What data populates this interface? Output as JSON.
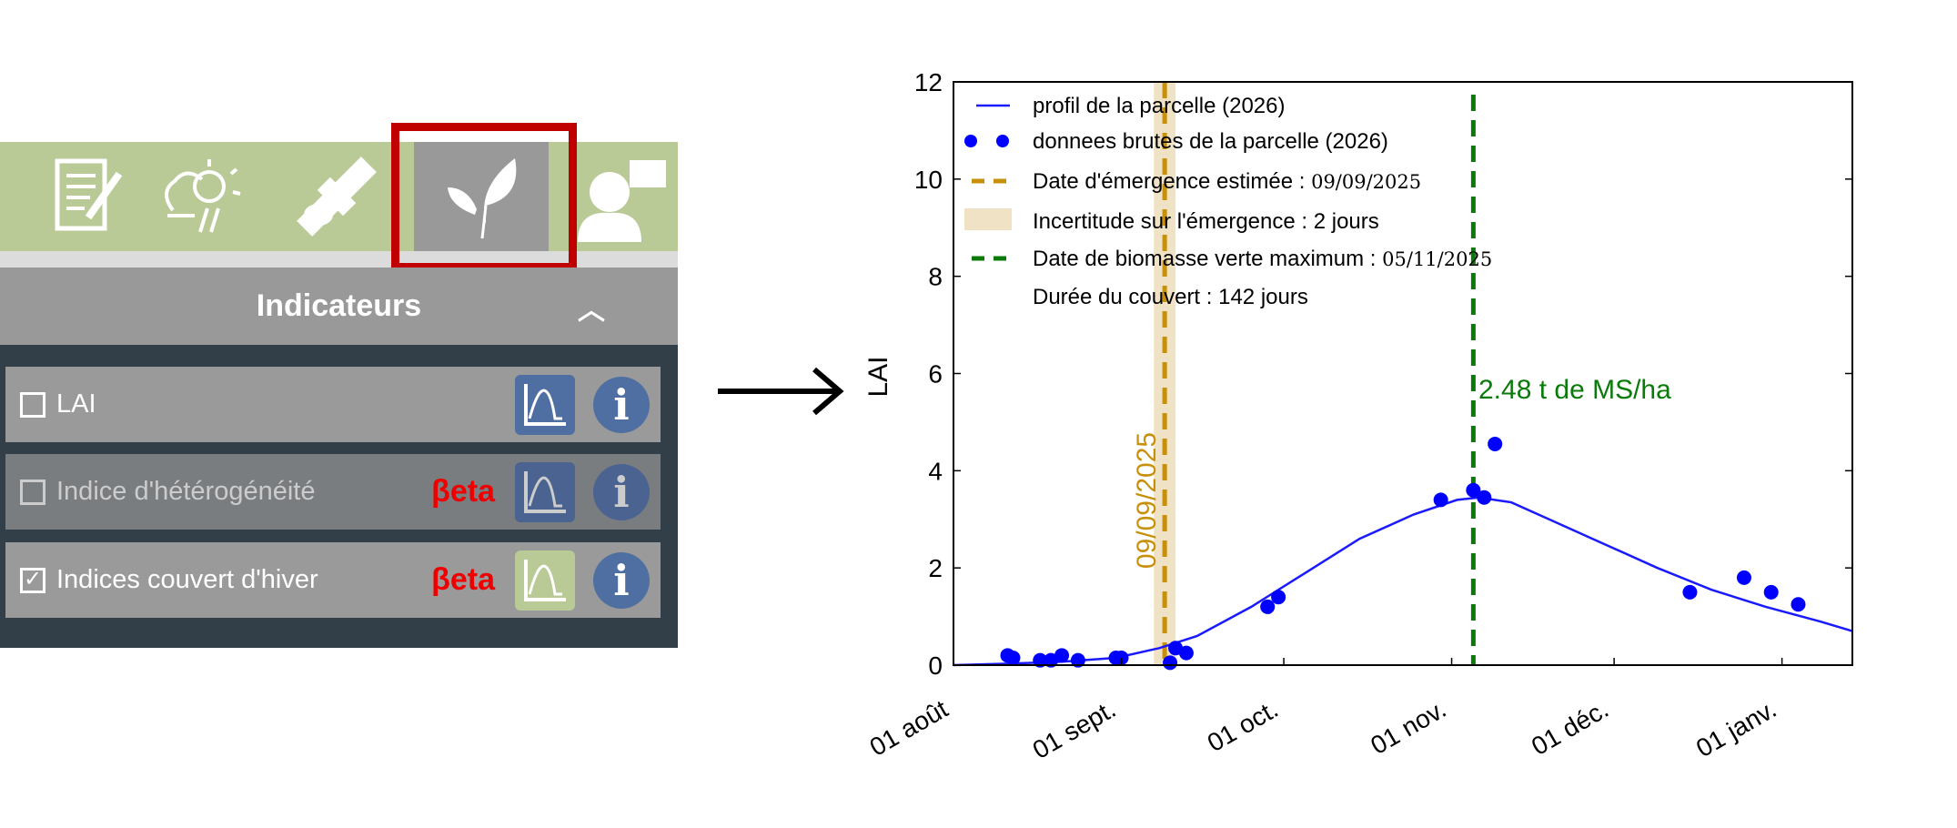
{
  "panel": {
    "title": "Indicateurs",
    "collapse_icon": "chevron-up-icon",
    "toolbar": [
      "notes-icon",
      "weather-icon",
      "satellite-icon",
      "leaf-icon",
      "user-chat-icon"
    ],
    "rows": [
      {
        "label": "LAI",
        "checked": false,
        "beta": "",
        "disabled": false
      },
      {
        "label": "Indice d'hétérogénéité",
        "checked": false,
        "beta": "βeta",
        "disabled": true
      },
      {
        "label": "Indices couvert d'hiver",
        "checked": true,
        "beta": "βeta",
        "disabled": false
      }
    ],
    "check_mark": "✓",
    "info": "i"
  },
  "arrow": "→",
  "chart_data": {
    "type": "line",
    "ylabel": "LAI",
    "ylim": [
      0,
      12
    ],
    "xlim_days_from_aug1": [
      0,
      166
    ],
    "yticks": [
      "0",
      "2",
      "4",
      "6",
      "8",
      "10",
      "12"
    ],
    "xticks": [
      {
        "label": "01 août",
        "day": 0
      },
      {
        "label": "01 sept.",
        "day": 31
      },
      {
        "label": "01 oct.",
        "day": 61
      },
      {
        "label": "01 nov.",
        "day": 92
      },
      {
        "label": "01 déc.",
        "day": 122
      },
      {
        "label": "01 janv.",
        "day": 153
      }
    ],
    "profile": {
      "name": "profil de la parcelle (2026)",
      "color": "#1a1aff",
      "x": [
        0,
        10,
        20,
        30,
        38,
        45,
        55,
        65,
        75,
        85,
        93,
        97,
        103,
        110,
        120,
        130,
        140,
        150,
        160,
        166
      ],
      "y": [
        0,
        0.03,
        0.07,
        0.15,
        0.35,
        0.6,
        1.2,
        1.9,
        2.6,
        3.1,
        3.4,
        3.45,
        3.35,
        3.0,
        2.5,
        2.0,
        1.55,
        1.2,
        0.9,
        0.7
      ]
    },
    "raw": {
      "name": "donnees brutes de la parcelle (2026)",
      "color": "#0000ff",
      "x": [
        10,
        11,
        16,
        18,
        20,
        23,
        30,
        31,
        40,
        41,
        43,
        58,
        60,
        90,
        96,
        98,
        100,
        136,
        146,
        151,
        156
      ],
      "y": [
        0.2,
        0.15,
        0.1,
        0.1,
        0.2,
        0.1,
        0.15,
        0.15,
        0.05,
        0.35,
        0.25,
        1.2,
        1.4,
        3.4,
        3.6,
        3.45,
        4.55,
        1.5,
        1.8,
        1.5,
        1.25
      ]
    },
    "emergence": {
      "label": "Date d'émergence estimée : ",
      "date": "09/09/2025",
      "day": 39,
      "color": "#c8900a"
    },
    "uncertainty": {
      "label": "Incertitude sur l'émergence : 2 jours",
      "days": 2,
      "color": "#f0e2c4"
    },
    "max_biomass": {
      "label": "Date de biomasse verte maximum : ",
      "date": "05/11/2025",
      "day": 96,
      "color": "#0a7a0a"
    },
    "duration": "Durée du couvert : 142 jours",
    "annotation": "2.48 t de MS/ha",
    "rot_label": "09/09/2025"
  }
}
